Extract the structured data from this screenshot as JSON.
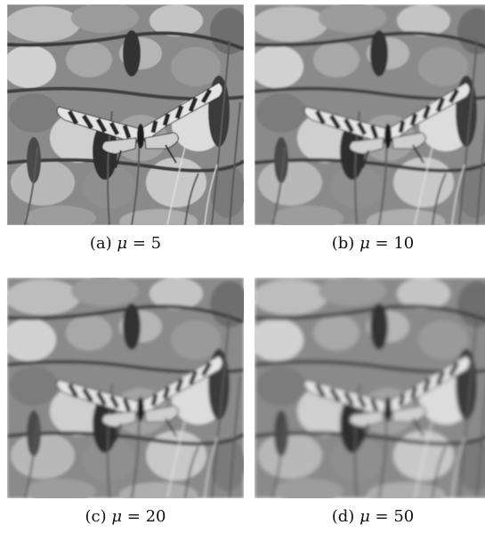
{
  "figure": {
    "panels": [
      {
        "tag": "(a)",
        "mu": "μ",
        "eq": "= 5",
        "blur": 0.6
      },
      {
        "tag": "(b)",
        "mu": "μ",
        "eq": "= 10",
        "blur": 1.0
      },
      {
        "tag": "(c)",
        "mu": "μ",
        "eq": "= 20",
        "blur": 1.5
      },
      {
        "tag": "(d)",
        "mu": "μ",
        "eq": "= 50",
        "blur": 2.1
      }
    ]
  }
}
